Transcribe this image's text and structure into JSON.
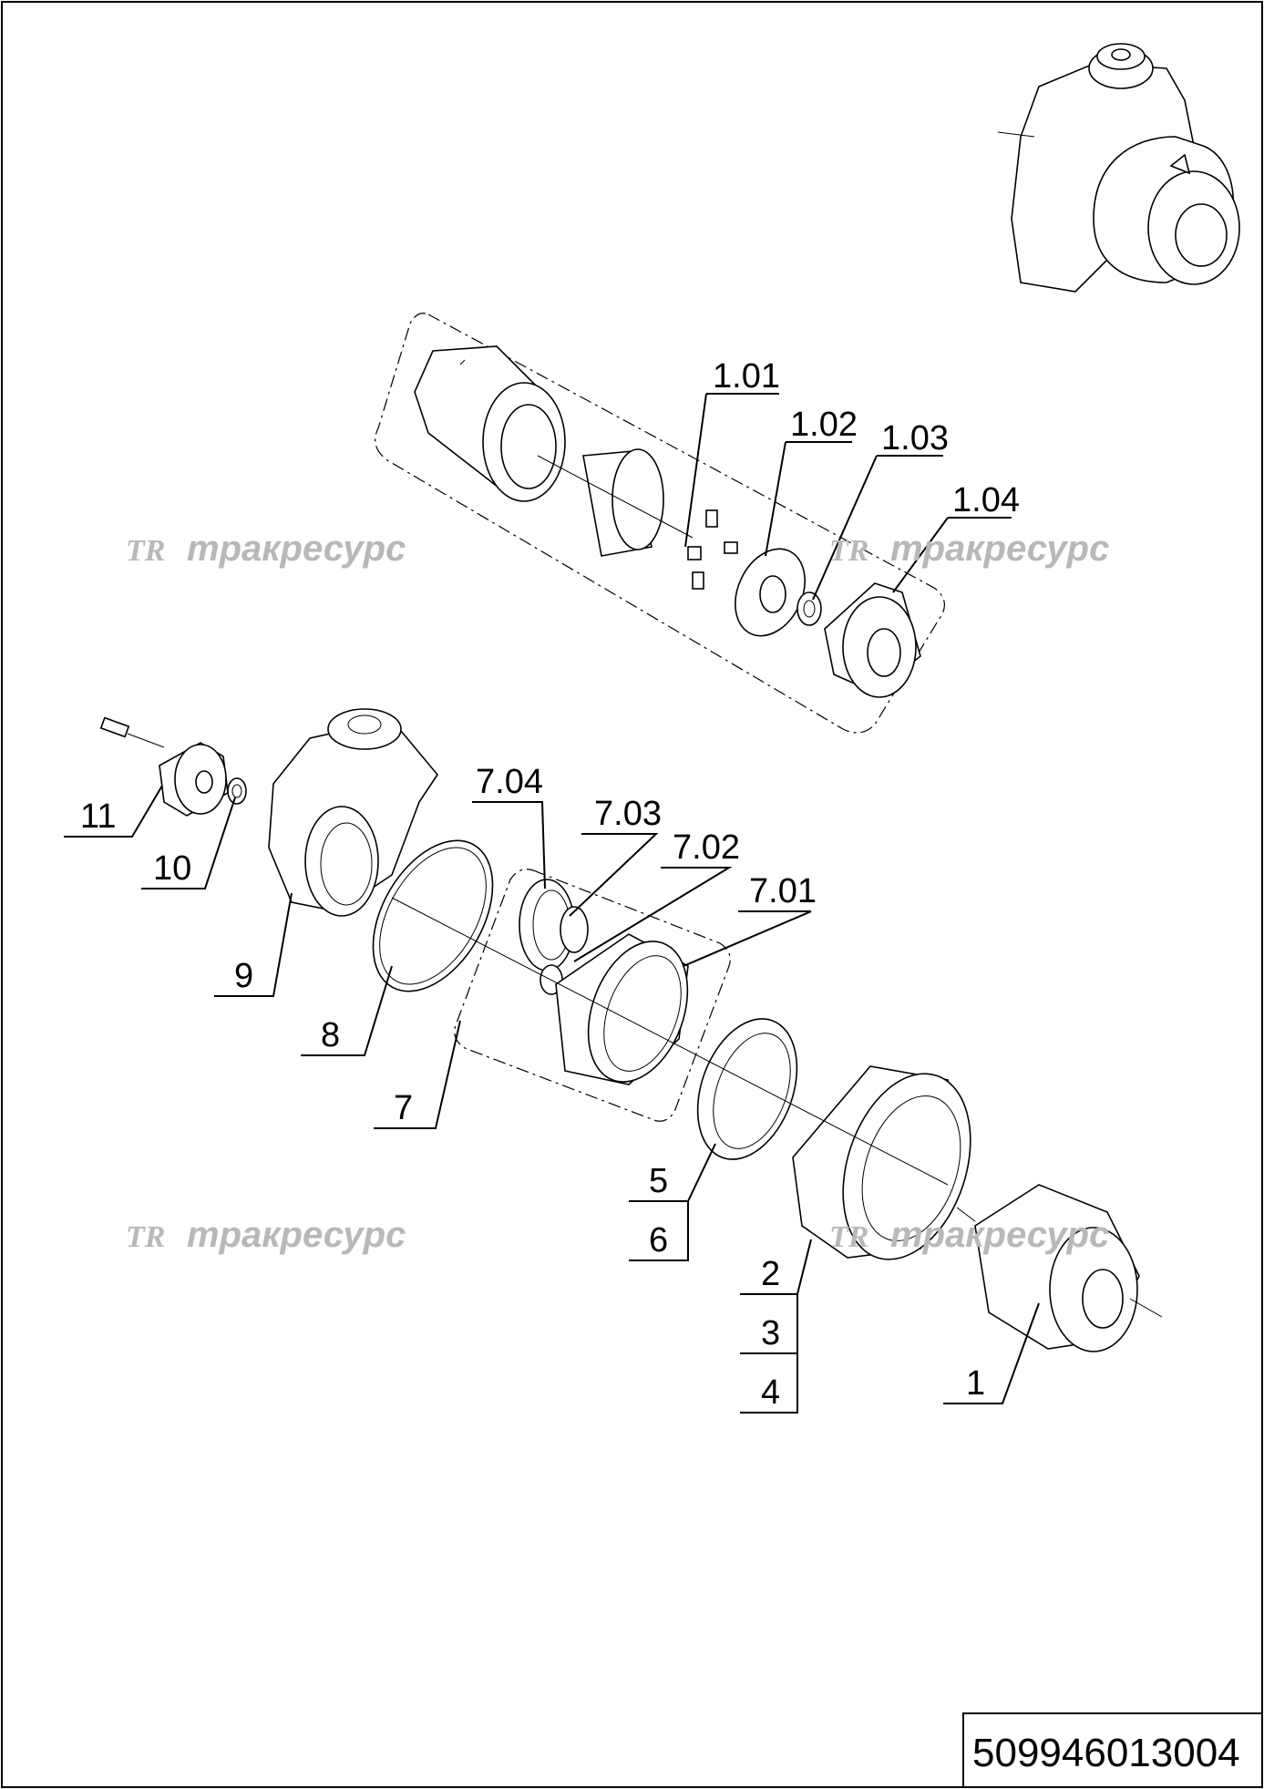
{
  "drawing_number": "509946013004",
  "watermark": {
    "logo": "TR",
    "text": "тракресурс"
  },
  "labels": {
    "p1_01": "1.01",
    "p1_02": "1.02",
    "p1_03": "1.03",
    "p1_04": "1.04",
    "p11": "11",
    "p10": "10",
    "p9": "9",
    "p8": "8",
    "p7": "7",
    "p7_04": "7.04",
    "p7_03": "7.03",
    "p7_02": "7.02",
    "p7_01": "7.01",
    "p5": "5",
    "p6": "6",
    "p2": "2",
    "p3": "3",
    "p4": "4",
    "p1": "1"
  }
}
